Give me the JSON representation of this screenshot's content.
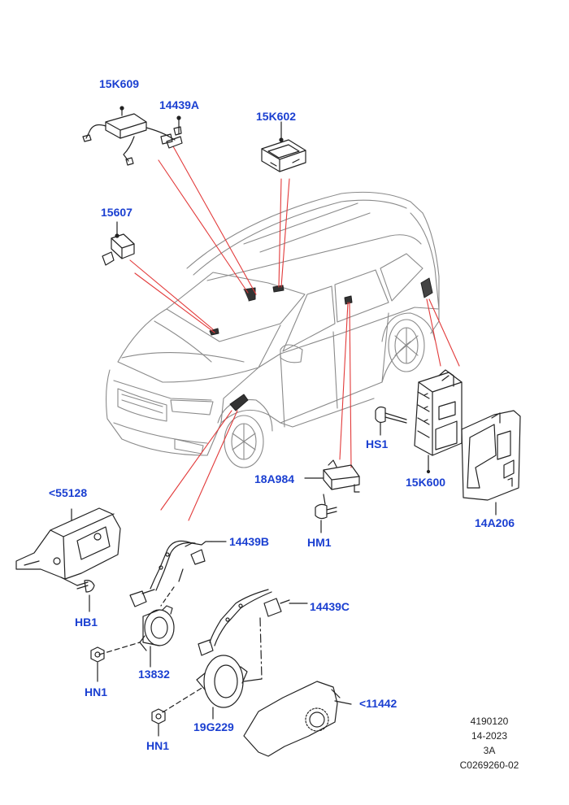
{
  "colors": {
    "label": "#1a3fd1",
    "leader": "#e23a3a",
    "line": "#222222",
    "car": "#8a8a8a"
  },
  "labels": {
    "p15K609": "15K609",
    "p14439A": "14439A",
    "p15K602": "15K602",
    "p15607": "15607",
    "pHS1": "HS1",
    "p15K600": "15K600",
    "p18A984": "18A984",
    "p14A206": "14A206",
    "p55128": "<55128",
    "pHM1": "HM1",
    "p14439B": "14439B",
    "pHB1": "HB1",
    "p14439C": "14439C",
    "p13832": "13832",
    "pHN1a": "HN1",
    "p11442": "<11442",
    "p19G229": "19G229",
    "pHN1b": "HN1"
  },
  "reference": {
    "line1": "4190120",
    "line2": "14-2023",
    "line3": "3A",
    "line4": "C0269260-02"
  }
}
